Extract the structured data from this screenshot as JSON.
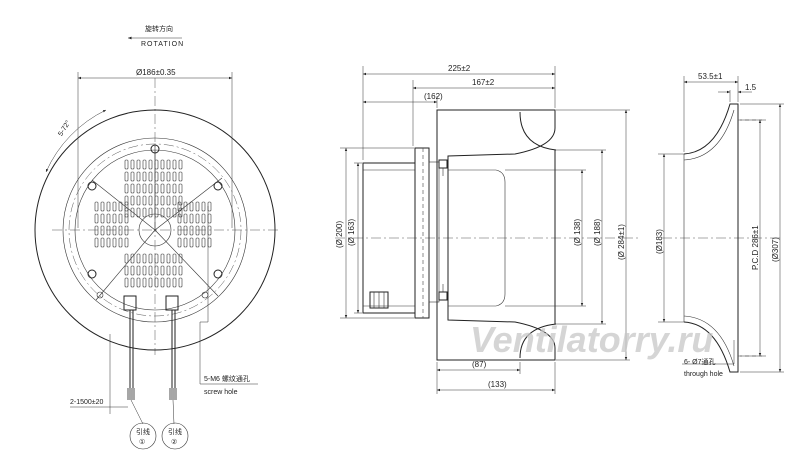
{
  "rotation": {
    "label_cn": "旋转方向",
    "label_en": "ROTATION"
  },
  "front_view": {
    "dia_inner": "Ø186±0.35",
    "angle": "5-72°",
    "holes_note_cn": "5-M6 螺纹通孔",
    "holes_note_en": "screw hole",
    "lead_length": "2-1500±20",
    "lead1_cn": "引线",
    "lead1_num": "①",
    "lead2_cn": "引线",
    "lead2_num": "②"
  },
  "side_view": {
    "len_total": "225±2",
    "len_mid": "167±2",
    "len_162": "(162)",
    "dia_200": "(Ø 200)",
    "dia_163": "(Ø 163)",
    "dia_138": "(Ø 138)",
    "dia_188": "(Ø 188)",
    "dia_284": "(Ø 284±1)",
    "len_87": "(87)",
    "len_133": "(133)"
  },
  "ring_view": {
    "width_total": "53.5±1",
    "flange": "1.5",
    "dia_183": "(Ø183)",
    "pcd": "P.C.D 286±1",
    "dia_307": "(Ø307)",
    "holes_cn": "6- Ø7通孔",
    "holes_en": "through hole"
  },
  "watermark": "Ventilatorry.ru",
  "colors": {
    "line": "#222222",
    "watermark": "#c8c8c8"
  }
}
